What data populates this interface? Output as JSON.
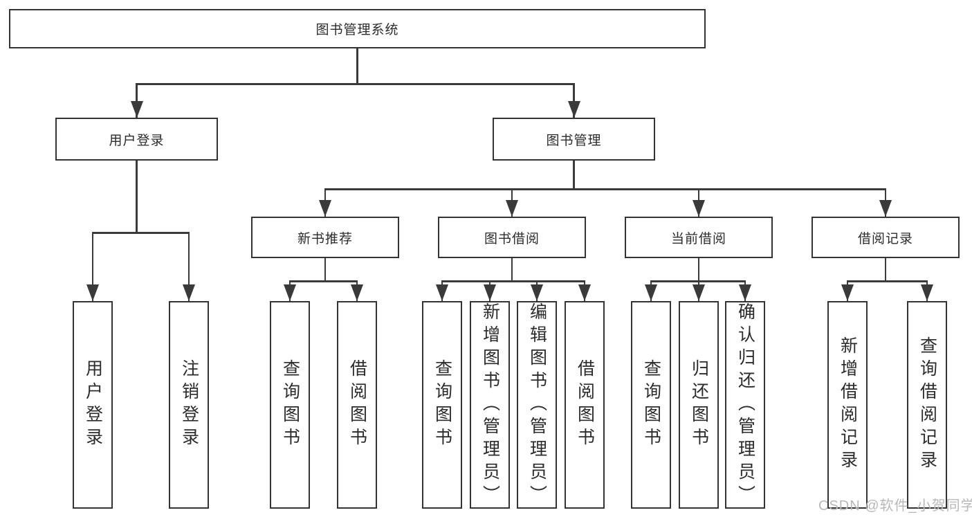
{
  "diagram": {
    "nodes": [
      {
        "id": "root",
        "label": "图书管理系统",
        "orientation": "horizontal"
      },
      {
        "id": "user-login",
        "label": "用户登录",
        "parent": "root",
        "orientation": "horizontal"
      },
      {
        "id": "book-management",
        "label": "图书管理",
        "parent": "root",
        "orientation": "horizontal"
      },
      {
        "id": "new-book-recommend",
        "label": "新书推荐",
        "parent": "book-management",
        "orientation": "horizontal"
      },
      {
        "id": "book-borrow",
        "label": "图书借阅",
        "parent": "book-management",
        "orientation": "horizontal"
      },
      {
        "id": "current-borrow",
        "label": "当前借阅",
        "parent": "book-management",
        "orientation": "horizontal"
      },
      {
        "id": "borrow-records",
        "label": "借阅记录",
        "parent": "book-management",
        "orientation": "horizontal"
      },
      {
        "id": "leaf-user-login",
        "label": "用户登录",
        "parent": "user-login",
        "orientation": "vertical"
      },
      {
        "id": "leaf-logout",
        "label": "注销登录",
        "parent": "user-login",
        "orientation": "vertical"
      },
      {
        "id": "leaf-query-book-recommend",
        "label": "查询图书",
        "parent": "new-book-recommend",
        "orientation": "vertical"
      },
      {
        "id": "leaf-borrow-book-recommend",
        "label": "借阅图书",
        "parent": "new-book-recommend",
        "orientation": "vertical"
      },
      {
        "id": "leaf-query-book-borrow",
        "label": "查询图书",
        "parent": "book-borrow",
        "orientation": "vertical"
      },
      {
        "id": "leaf-add-book-admin",
        "label": "新增图书（管理员）",
        "parent": "book-borrow",
        "orientation": "vertical"
      },
      {
        "id": "leaf-edit-book-admin",
        "label": "编辑图书（管理员）",
        "parent": "book-borrow",
        "orientation": "vertical"
      },
      {
        "id": "leaf-borrow-book",
        "label": "借阅图书",
        "parent": "book-borrow",
        "orientation": "vertical"
      },
      {
        "id": "leaf-query-book-current",
        "label": "查询图书",
        "parent": "current-borrow",
        "orientation": "vertical"
      },
      {
        "id": "leaf-return-book",
        "label": "归还图书",
        "parent": "current-borrow",
        "orientation": "vertical"
      },
      {
        "id": "leaf-confirm-return-admin",
        "label": "确认归还（管理员）",
        "parent": "current-borrow",
        "orientation": "vertical"
      },
      {
        "id": "leaf-add-borrow-record",
        "label": "新增借阅记录",
        "parent": "borrow-records",
        "orientation": "vertical"
      },
      {
        "id": "leaf-query-borrow-record",
        "label": "查询借阅记录",
        "parent": "borrow-records",
        "orientation": "vertical"
      }
    ]
  },
  "watermark": {
    "text": "CSDN @软件_小贺同学"
  },
  "colors": {
    "line": "#3a3a3a",
    "border": "#333333",
    "text": "#2b2b2b",
    "watermark": "#b8b8b8",
    "background": "#ffffff"
  }
}
